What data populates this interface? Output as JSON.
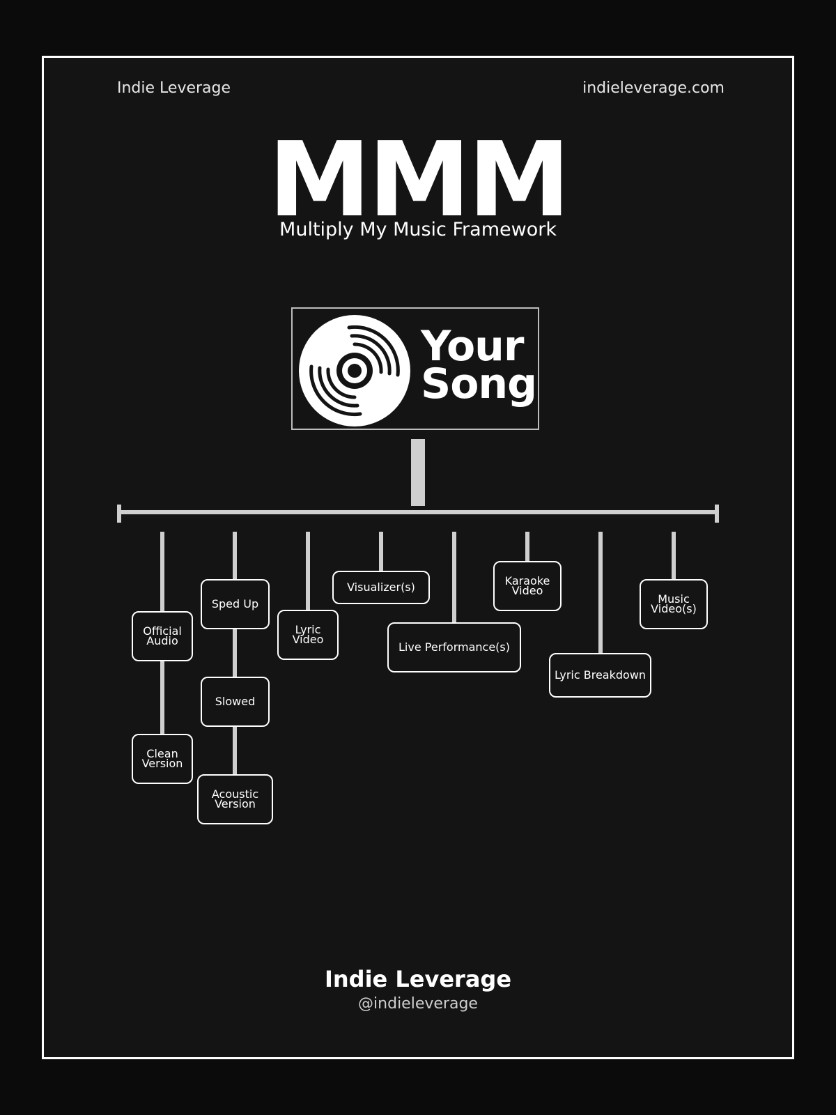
{
  "header": {
    "left_text": "Indie Leverage",
    "right_text": "indieleverage.com"
  },
  "title": {
    "main": "MMM",
    "subtitle": "Multiply My Music Framework"
  },
  "root": {
    "icon": "vinyl-record-icon",
    "line1": "Your",
    "line2": "Song"
  },
  "nodes": {
    "official_audio": "Official Audio",
    "clean_version": "Clean Version",
    "sped_up": "Sped Up",
    "slowed": "Slowed",
    "acoustic_version": "Acoustic Version",
    "lyric_video": "Lyric Video",
    "visualizers": "Visualizer(s)",
    "live_performances": "Live Performance(s)",
    "karaoke_video": "Karaoke Video",
    "lyric_breakdown": "Lyric Breakdown",
    "music_videos": "Music Video(s)"
  },
  "footer": {
    "name": "Indie Leverage",
    "handle": "@indieleverage"
  },
  "colors": {
    "background": "#141414",
    "outer": "#0b0b0b",
    "foreground": "#ffffff",
    "connector": "#cfcfcf"
  }
}
